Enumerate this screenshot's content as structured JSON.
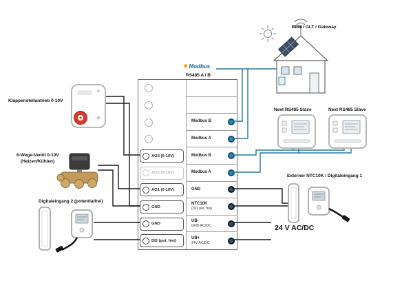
{
  "colors": {
    "modbus_wire": "#2278a0",
    "black_wire": "#1a1a1a",
    "modbus_terminal": "#2e86b5",
    "power_terminal": "#35526b",
    "modbus_logo_blue": "#1565a8",
    "modbus_star_orange": "#f2a30f",
    "valve_brass": "#c29b5c",
    "actuator_dial_red": "#d63a2f"
  },
  "icons": {
    "modbus_star": "✹"
  },
  "labels": {
    "actuator": "Klappenstellantrieb 0-10V",
    "valve_line1": "6-Wege-Ventil 0-10V",
    "valve_line2": "(Heizen/Kühlen)",
    "digital_input2": "Digitaleingang 2 (potentialfrei)",
    "bms": "BMS / GLT / Gateway",
    "modbus_logo": "Modbus",
    "rs485": "RS485 A / B",
    "slave1": "Next RS485 Slave",
    "slave2": "Next RS485 Slave",
    "external_ntc": "Externer NTC10K / Digitaleingang 1",
    "power": "24 V AC/DC"
  },
  "terminal_block": {
    "left": [
      {
        "label": "AO3 (0-10V)"
      },
      {
        "label": "AO2 (0-10V)"
      },
      {
        "label": "AO1 (0-10V)"
      },
      {
        "label": "GND"
      },
      {
        "label": "GND"
      },
      {
        "label": "DI2 (pot. frei)"
      }
    ],
    "right": [
      {
        "label": "Modbus B"
      },
      {
        "label": "Modbus A"
      },
      {
        "label": "Modbus B"
      },
      {
        "label": "Modbus A"
      },
      {
        "label": "GND"
      },
      {
        "label": "NTC10K",
        "sub": "(DI1 pot. frei)"
      },
      {
        "label": "UB-",
        "sub": "GND AC/DC"
      },
      {
        "label": "UB+",
        "sub": "24V AC/DC"
      }
    ]
  }
}
